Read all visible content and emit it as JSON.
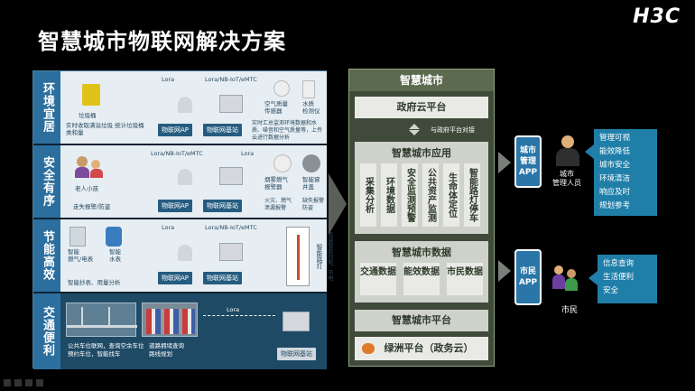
{
  "header": {
    "title": "智慧城市物联网解决方案",
    "logo": "H3C"
  },
  "colors": {
    "accent_blue": "#2c6f9e",
    "panel_green": "#3f4a3b",
    "teal": "#1f7fa8"
  },
  "rows": {
    "env": {
      "category": "环境宜居",
      "protocol1": "Lora",
      "protocol2": "Lora/NB-IoT/eMTC",
      "device1": "垃圾桶",
      "device1_desc": "实时收取满溢垃圾 统计垃圾桶类和量",
      "ap": "物联网AP",
      "base": "物联网基站",
      "sensor1": "空气质量\n传感器",
      "sensor2": "水质\n检测仪",
      "sensor_desc": "实时汇总监测环境数据和水质、噪音和空气质量等，上传云进行数据分析"
    },
    "safety": {
      "category": "安全有序",
      "protocol1": "Lora/NB-IoT/eMTC",
      "protocol2": "Lora",
      "device1": "老人小孩",
      "device1_desc": "走失报警/防盗",
      "ap": "物联网AP",
      "base": "物联网基站",
      "sensor1": "烟雾燃气\n报警器",
      "sensor2": "智能窨\n井盖",
      "sensor_desc1": "火灾、燃气\n泄漏报警",
      "sensor_desc2": "缺失报警\n防盗"
    },
    "energy": {
      "category": "节能高效",
      "protocol1": "Lora",
      "protocol2": "Lora/NB-IoT/eMTC",
      "device1": "智能\n燃气/电表",
      "device2": "智能\n水表",
      "device_desc": "智能抄表、用量分析",
      "ap": "物联网AP",
      "base": "物联网基站",
      "lamp": "智能路灯",
      "lamp_desc": "亮度智能控制，节电"
    },
    "traffic": {
      "category": "交通便利",
      "protocol": "Lora",
      "desc1": "公共车位联网，查询空余车位\n预约车位，智能找车",
      "desc2": "道路拥堵查询\n路线规划",
      "base": "物联网基站"
    }
  },
  "smart_city": {
    "title": "智慧城市",
    "gov_cloud": "政府云平台",
    "gov_link": "与政府平台对接",
    "apps_title": "智慧城市应用",
    "apps": [
      "采集分析",
      "环境数据",
      "安全监测预警",
      "公共资产监测",
      "生命体定位",
      "智能路灯停车"
    ],
    "data_title": "智慧城市数据",
    "data": [
      "交通数据",
      "能效数据",
      "市民数据"
    ],
    "platform_title": "智慧城市平台",
    "oasis": "绿洲平台（政务云）"
  },
  "city_mgmt": {
    "app": "城市\n管理\nAPP",
    "person": "城市\n管理人员",
    "items": [
      "管理可视",
      "能效降低",
      "城市安全",
      "环境清洁",
      "响应及时",
      "规划参考"
    ]
  },
  "citizen": {
    "app": "市民\nAPP",
    "person": "市民",
    "items": [
      "信息查询",
      "生活便利",
      "安全"
    ]
  }
}
